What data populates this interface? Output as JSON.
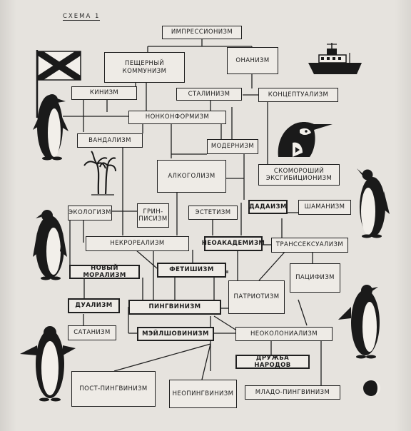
{
  "title": "СХЕМА 1",
  "nodes": {
    "impressionism": "ИМПРЕССИОНИЗМ",
    "cave_communism": "ПЕЩЕРНЫЙ\nКОММУНИЗМ",
    "onanism": "ОНАНИЗМ",
    "cynicism": "КИНИЗМ",
    "stalinism": "СТАЛИНИЗМ",
    "conceptualism": "КОНЦЕПТУАЛИЗМ",
    "nonconformism": "НОНКОНФОРМИЗМ",
    "vandalism": "ВАНДАЛИЗМ",
    "modernism": "МОДЕРНИЗМ",
    "alcoholism": "АЛКОГОЛИЗМ",
    "exhibitionism": "СКОМОРОШИЙ\nЭКСГИБИЦИОНИЗМ",
    "ecologism": "ЭКОЛОГИЗМ",
    "greenpeacism": "ГРИН-\nПИСИЗМ",
    "aestheticism": "ЭСТЕТИЗМ",
    "dadaism": "ДАДАИЗМ",
    "shamanism": "ШАМАНИЗМ",
    "necrorealism": "НЕКРОРЕАЛИЗМ",
    "neoacademism": "НЕОАКАДЕМИЗМ",
    "transsexualism": "ТРАНССЕКСУАЛИЗМ",
    "new_moralism": "НОВЫЙ МОРАЛИЗМ",
    "fetishism": "ФЕТИШИЗМ",
    "patriotism": "ПАТРИОТИЗМ",
    "pacifism": "ПАЦИФИЗМ",
    "dualism": "ДУАЛИЗМ",
    "penguinism": "ПИНГВИНИЗМ",
    "satanism": "САТАНИЗМ",
    "male_chauvinism": "МЭЙЛШОВИНИЗМ",
    "neocolonialism": "НЕОКОЛОНИАЛИЗМ",
    "friendship": "ДРУЖБА НАРОДОВ",
    "post_penguinism": "ПОСТ-ПИНГВИНИЗМ",
    "neopenguinism": "НЕОПИНГВИНИЗМ",
    "young_penguinism": "МЛАДО-ПИНГВИНИЗМ"
  }
}
